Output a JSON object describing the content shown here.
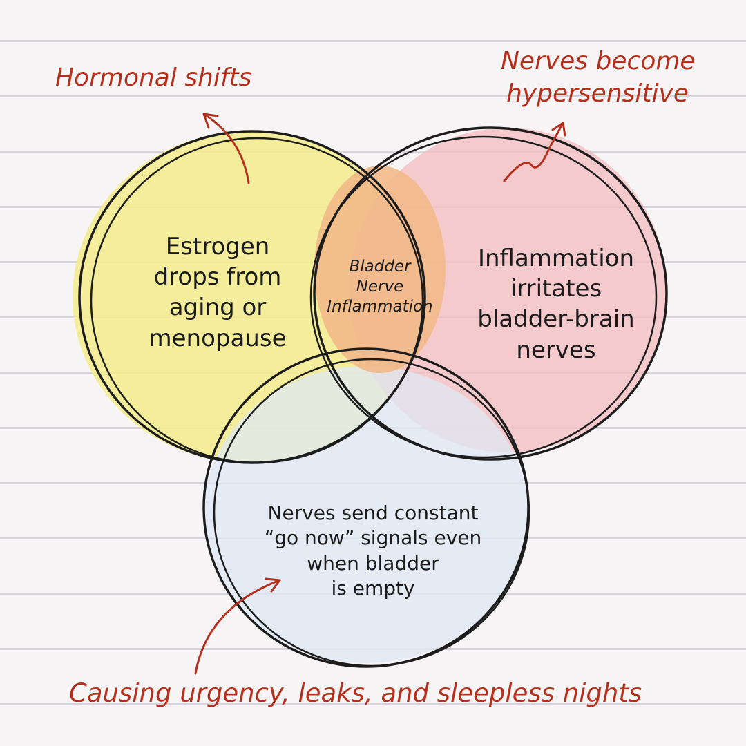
{
  "annotations": {
    "top_left": "Hormonal shifts",
    "top_right_line1": "Nerves become",
    "top_right_line2": "hypersensitive",
    "bottom": "Causing urgency, leaks, and sleepless nights"
  },
  "circles": {
    "left": {
      "lines": [
        "Estrogen",
        "drops from",
        "aging or",
        "menopause"
      ],
      "color": "#f3ec8c"
    },
    "right": {
      "lines": [
        "Inflammation",
        "irritates",
        "bladder-brain",
        "nerves"
      ],
      "color": "#f4c3c6"
    },
    "bottom": {
      "lines": [
        "Nerves send constant",
        "“go now” signals even",
        "when bladder",
        "is empty"
      ],
      "color": "#e3eaf3"
    },
    "center": {
      "lines": [
        "Bladder",
        "Nerve",
        "Inflammation"
      ],
      "color": "#f2bd8e"
    }
  },
  "colors": {
    "annotation": "#b5301c",
    "outline": "#1c1c1c"
  }
}
